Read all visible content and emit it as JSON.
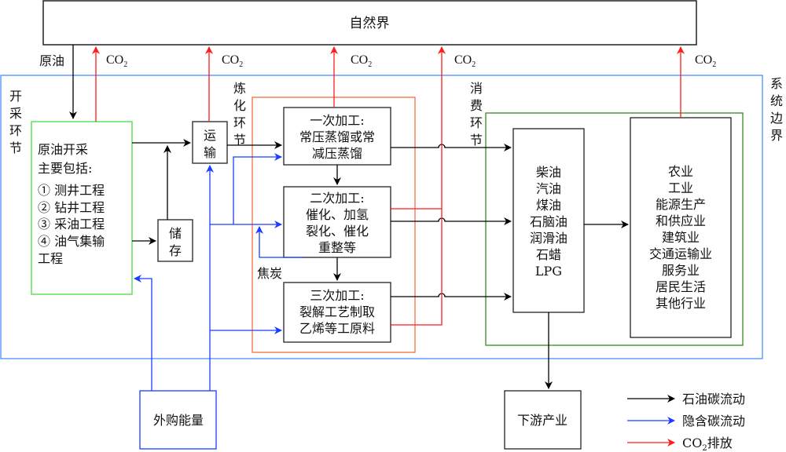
{
  "nature": {
    "label": "自然界"
  },
  "crude_oil_label": "原油",
  "co2": {
    "main": "CO",
    "sub": "2"
  },
  "system_boundary": {
    "chars": [
      "系",
      "统",
      "边",
      "界"
    ]
  },
  "stages": {
    "extraction": {
      "chars": [
        "开",
        "采",
        "环",
        "节"
      ]
    },
    "refining": {
      "chars": [
        "炼",
        "化",
        "环",
        "节"
      ]
    },
    "consumption": {
      "chars": [
        "消",
        "费",
        "环",
        "节"
      ]
    }
  },
  "extraction_box": {
    "lines": [
      "原油开采",
      "主要包括:",
      "① 测井工程",
      "② 钻井工程",
      "③ 采油工程",
      "④ 油气集输",
      "工程"
    ]
  },
  "transport_box": {
    "lines": [
      "运",
      "输"
    ]
  },
  "storage_box": {
    "lines": [
      "储",
      "存"
    ]
  },
  "primary_box": {
    "lines": [
      "一次加工:",
      "常压蒸馏或常",
      "减压蒸馏"
    ]
  },
  "secondary_box": {
    "lines": [
      "二次加工:",
      "催化、加氢",
      "裂化、催化",
      "重整等"
    ]
  },
  "tertiary_box": {
    "lines": [
      "三次加工:",
      "裂解工艺制取",
      "乙烯等工原料"
    ]
  },
  "coke_label": "焦炭",
  "products_box": {
    "lines": [
      "柴油",
      "汽油",
      "煤油",
      "石脑油",
      "润滑油",
      "石蜡",
      "LPG"
    ]
  },
  "sectors_box": {
    "lines": [
      "农业",
      "工业",
      "能源生产",
      "和供应业",
      "建筑业",
      "交通运输业",
      "服务业",
      "居民生活",
      "其他行业"
    ]
  },
  "purchased_energy_box": {
    "label": "外购能量"
  },
  "downstream_box": {
    "label": "下游产业"
  },
  "legend": {
    "items": [
      {
        "label": "石油碳流动",
        "color": "#000000"
      },
      {
        "label": "隐含碳流动",
        "color": "#1a3cff"
      },
      {
        "label": "排放",
        "prefix_main": "CO",
        "prefix_sub": "2",
        "color": "#ff1a1a"
      }
    ]
  },
  "colors": {
    "petroleum_flow": "#000000",
    "embedded_flow": "#1a3cff",
    "co2_emission": "#ff1a1a",
    "system_boundary": "#3a86ff",
    "extraction_frame": "#44dd44",
    "refining_frame": "#f07040",
    "consumption_frame": "#3a8a20"
  }
}
